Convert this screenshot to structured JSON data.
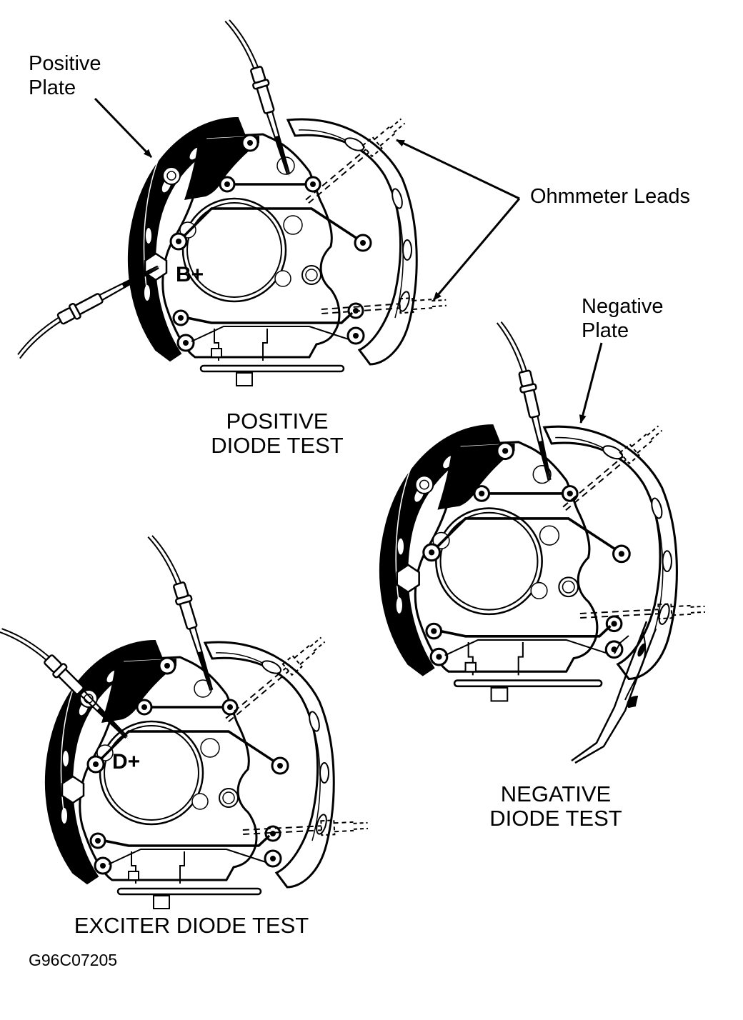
{
  "figure_id": "G96C07205",
  "callouts": {
    "positive_plate": [
      "Positive",
      "Plate"
    ],
    "ohmmeter_leads": "Ohmmeter Leads",
    "negative_plate": [
      "Negative",
      "Plate"
    ]
  },
  "panels": [
    {
      "id": "positive",
      "caption": [
        "POSITIVE",
        "DIODE TEST"
      ],
      "terminal_mark": "B+"
    },
    {
      "id": "negative",
      "caption": [
        "NEGATIVE",
        "DIODE TEST"
      ],
      "terminal_mark": ""
    },
    {
      "id": "exciter",
      "caption": [
        "EXCITER DIODE TEST"
      ],
      "terminal_mark": "D+"
    }
  ],
  "colors": {
    "ink": "#000000",
    "paper": "#ffffff"
  }
}
